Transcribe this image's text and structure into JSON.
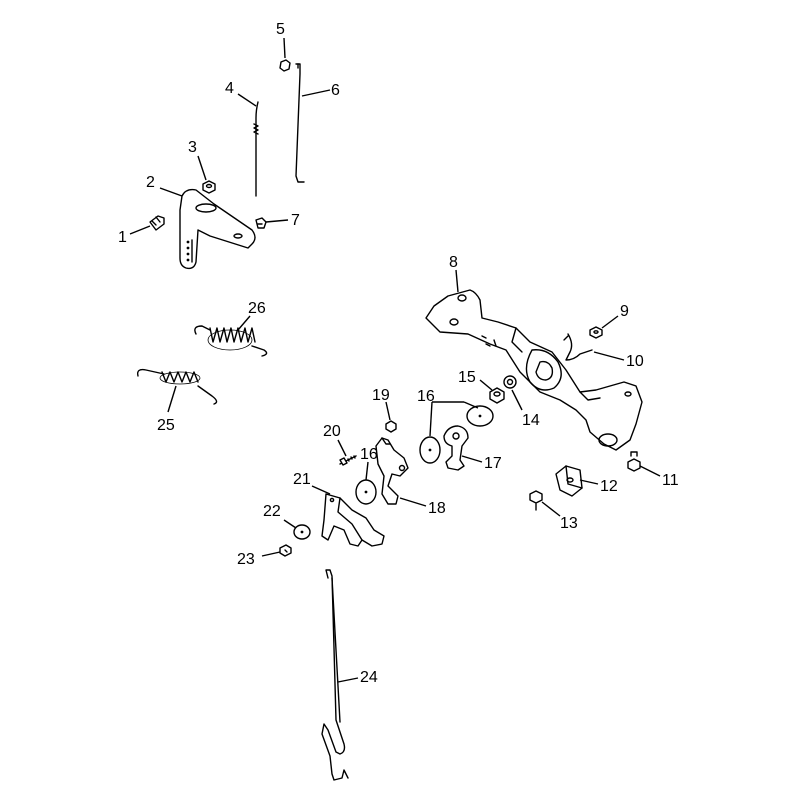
{
  "callouts": {
    "c1": "1",
    "c2": "2",
    "c3": "3",
    "c4": "4",
    "c5": "5",
    "c6": "6",
    "c7": "7",
    "c8": "8",
    "c9": "9",
    "c10": "10",
    "c11": "11",
    "c12": "12",
    "c13": "13",
    "c14": "14",
    "c15": "15",
    "c16a": "16",
    "c16b": "16",
    "c17": "17",
    "c18": "18",
    "c19": "19",
    "c20": "20",
    "c21": "21",
    "c22": "22",
    "c23": "23",
    "c24": "24",
    "c25": "25",
    "c26": "26"
  }
}
